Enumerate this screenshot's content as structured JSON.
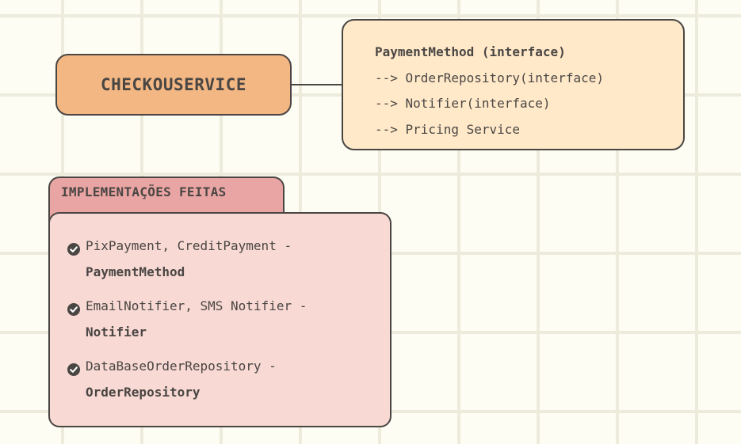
{
  "checkout": {
    "title": "CHECKOUSERVICE"
  },
  "dependencies": {
    "lines": [
      "PaymentMethod (interface)",
      "--> OrderRepository(interface)",
      "--> Notifier(interface)",
      "--> Pricing Service"
    ]
  },
  "implementations": {
    "header": "IMPLEMENTAÇÕES FEITAS",
    "items": [
      {
        "classes": "PixPayment, CreditPayment -",
        "interface": "PaymentMethod"
      },
      {
        "classes": "EmailNotifier, SMS Notifier -",
        "interface": "Notifier"
      },
      {
        "classes": "DataBaseOrderRepository -",
        "interface": "OrderRepository"
      }
    ]
  },
  "colors": {
    "background": "#fdfdf3",
    "grid": "#ecebdc",
    "checkout_fill": "#f3b784",
    "dependencies_fill": "#ffe9c9",
    "impl_tab_fill": "#e9a5a3",
    "impl_card_fill": "#f8d9d3",
    "stroke": "#4a4644"
  },
  "icons": {
    "item_marker": "check-circle-icon"
  }
}
